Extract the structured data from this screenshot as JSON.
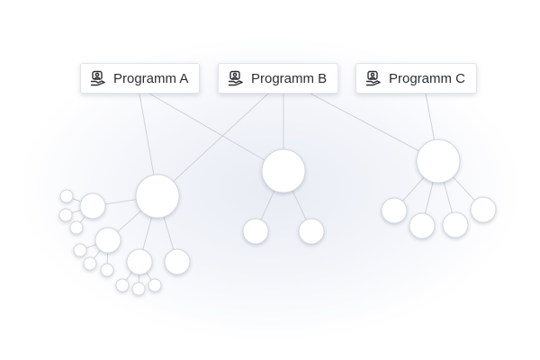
{
  "programs": [
    {
      "label": "Programm A",
      "icon": "person-in-hand-icon"
    },
    {
      "label": "Programm B",
      "icon": "person-in-hand-icon"
    },
    {
      "label": "Programm C",
      "icon": "person-in-hand-icon"
    }
  ],
  "colors": {
    "line": "#cfd2d8",
    "node_fill": "#ffffff",
    "node_stroke": "#d3d6dc",
    "icon": "#2c2e33",
    "glow": "#e9ecf4"
  }
}
